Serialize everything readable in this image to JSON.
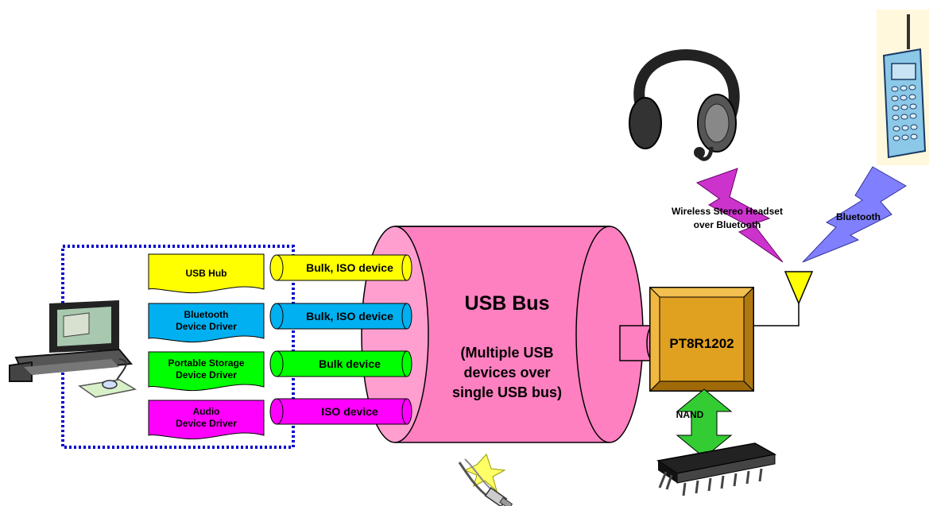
{
  "drivers": [
    {
      "label_lines": [
        "USB Hub"
      ],
      "color": "#ffff00"
    },
    {
      "label_lines": [
        "Bluetooth",
        "Device Driver"
      ],
      "color": "#00b0f0"
    },
    {
      "label_lines": [
        "Portable Storage",
        "Device Driver"
      ],
      "color": "#00ff00"
    },
    {
      "label_lines": [
        "Audio",
        "Device Driver"
      ],
      "color": "#ff00ff"
    }
  ],
  "pipes": [
    {
      "label": "Bulk, ISO device",
      "color": "#ffff00"
    },
    {
      "label": "Bulk, ISO device",
      "color": "#00b0f0"
    },
    {
      "label": "Bulk device",
      "color": "#00ff00"
    },
    {
      "label": "ISO device",
      "color": "#ff00ff"
    }
  ],
  "usb_bus": {
    "title": "USB Bus",
    "subtitle_lines": [
      "(Multiple USB",
      "devices over",
      "single USB bus)"
    ],
    "color": "#ff80c0"
  },
  "chip": {
    "label": "PT8R1202",
    "color": "#e0a020"
  },
  "nand_label": "NAND",
  "headset_link_label_lines": [
    "Wireless Stereo Headset",
    "over Bluetooth"
  ],
  "phone_link_label": "Bluetooth",
  "colors": {
    "host_border": "#0000cc",
    "headset_bolt": "#cc33cc",
    "phone_bolt": "#8080ff",
    "antenna": "#ffff00",
    "nand_arrow": "#33cc33"
  },
  "icons": [
    "laptop-icon",
    "headset-icon",
    "phone-icon",
    "usb-plug-icon",
    "nand-chip-icon",
    "antenna-icon"
  ]
}
